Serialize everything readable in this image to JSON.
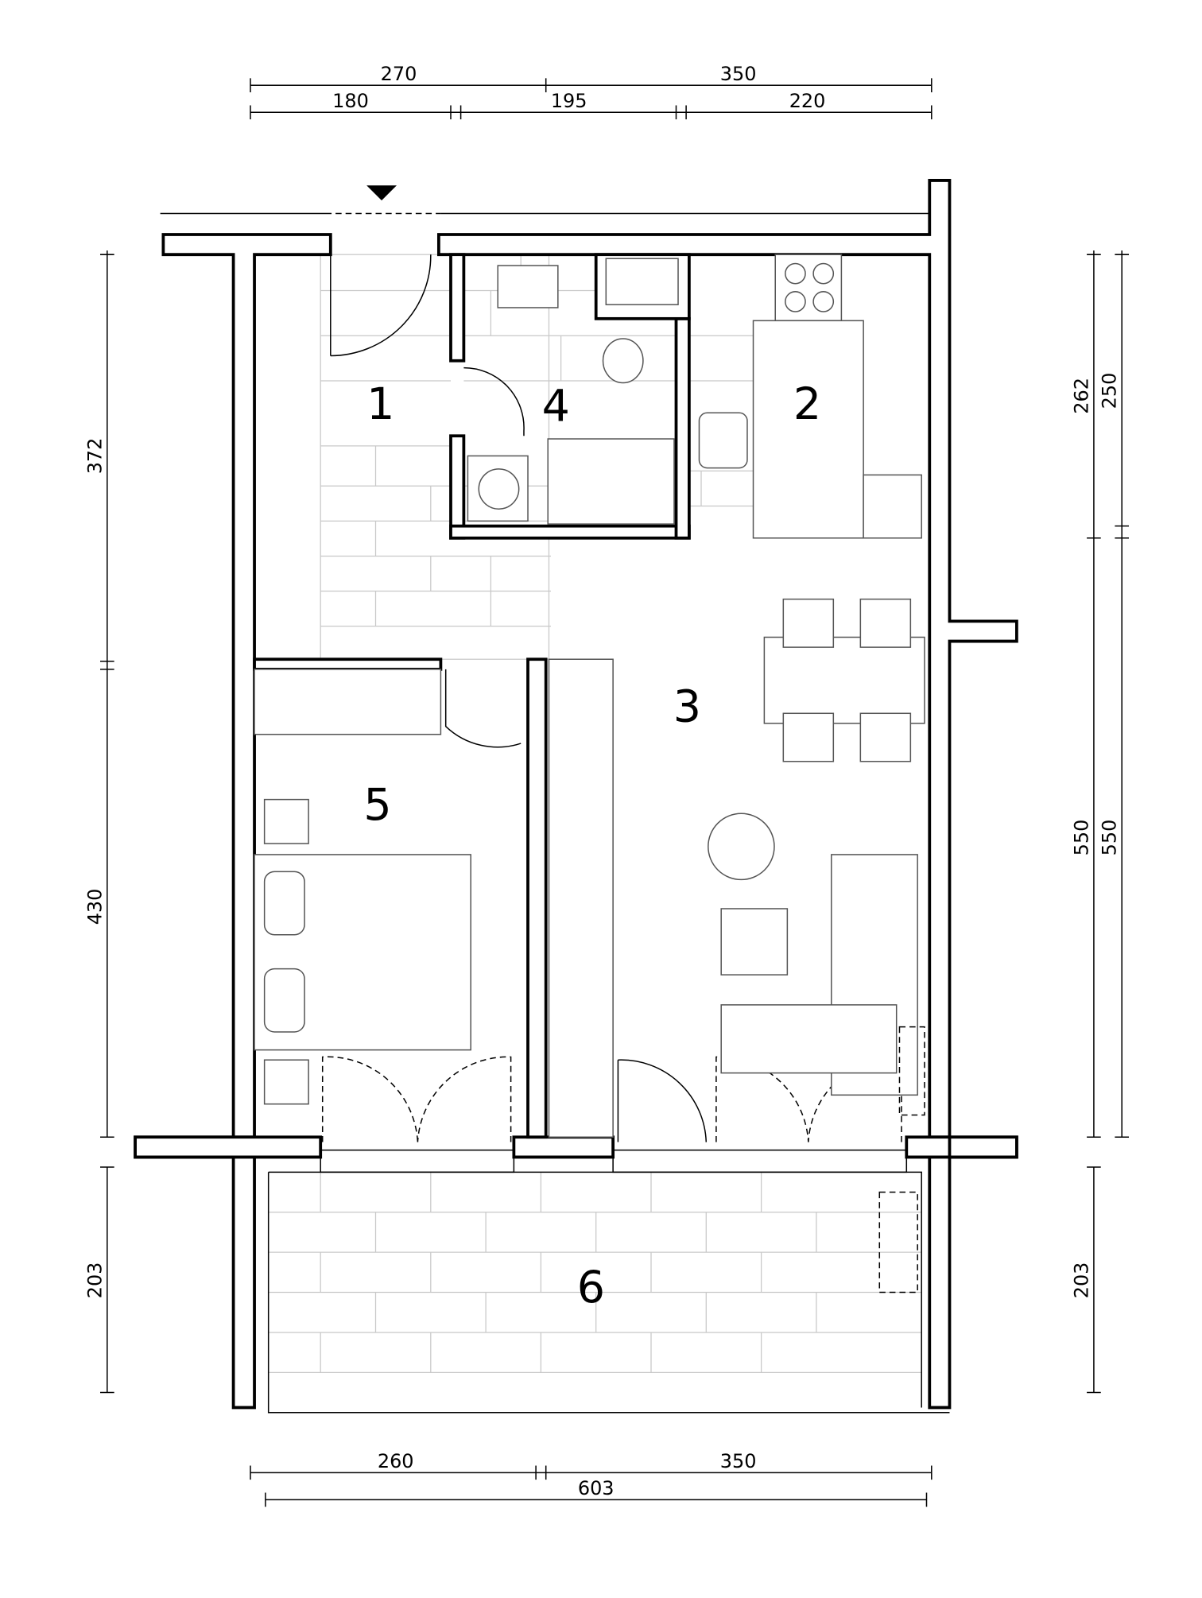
{
  "rooms": {
    "r1": "1",
    "r2": "2",
    "r3": "3",
    "r4": "4",
    "r5": "5",
    "r6": "6"
  },
  "dimensions": {
    "top_row1": [
      "270",
      "350"
    ],
    "top_row2": [
      "180",
      "195",
      "220"
    ],
    "left": [
      "372",
      "430",
      "203"
    ],
    "right_outer": [
      "262",
      "550",
      "203"
    ],
    "right_inner": [
      "250",
      "550"
    ],
    "bottom_row1": [
      "260",
      "350"
    ],
    "bottom_row2": [
      "603"
    ]
  }
}
